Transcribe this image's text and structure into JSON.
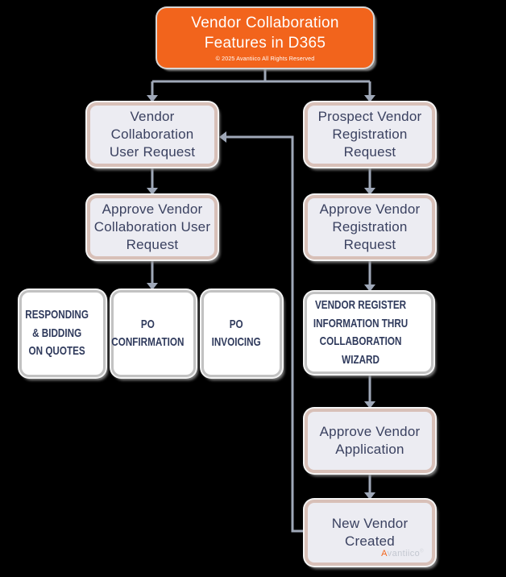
{
  "title": {
    "text": "Vendor Collaboration\nFeatures in D365",
    "copyright": "© 2025 Avantiico All Rights Reserved"
  },
  "nodes": {
    "vendor_collab_user_request": "Vendor\nCollaboration\nUser Request",
    "approve_vendor_collab_user_request": "Approve Vendor\nCollaboration User\nRequest",
    "responding_bidding_quotes": "RESPONDING\n& BIDDING\nON QUOTES",
    "po_confirmation": "PO\nCONFIRMATION",
    "po_invoicing": "PO\nINVOICING",
    "prospect_vendor_registration_request": "Prospect Vendor\nRegistration\nRequest",
    "approve_vendor_registration_request": "Approve Vendor\nRegistration\nRequest",
    "vendor_register_info_wizard": "VENDOR REGISTER\nINFORMATION THRU\nCOLLABORATION\nWIZARD",
    "approve_vendor_application": "Approve Vendor\nApplication",
    "new_vendor_created": "New Vendor\nCreated"
  },
  "logo": {
    "prefix": "A",
    "rest": "vantiico",
    "mark": "®"
  },
  "colors": {
    "accent_orange": "#F2641C",
    "node_fill_rose": "#ECECF2",
    "node_border_rose": "#D8C0B8",
    "node_fill_white": "#FFFFFF",
    "node_border_gray": "#C2C2C2",
    "text_navy": "#3A4160",
    "text_white": "#FFFFFF",
    "connector_gray": "#9FA8B8",
    "background": "#000000"
  }
}
